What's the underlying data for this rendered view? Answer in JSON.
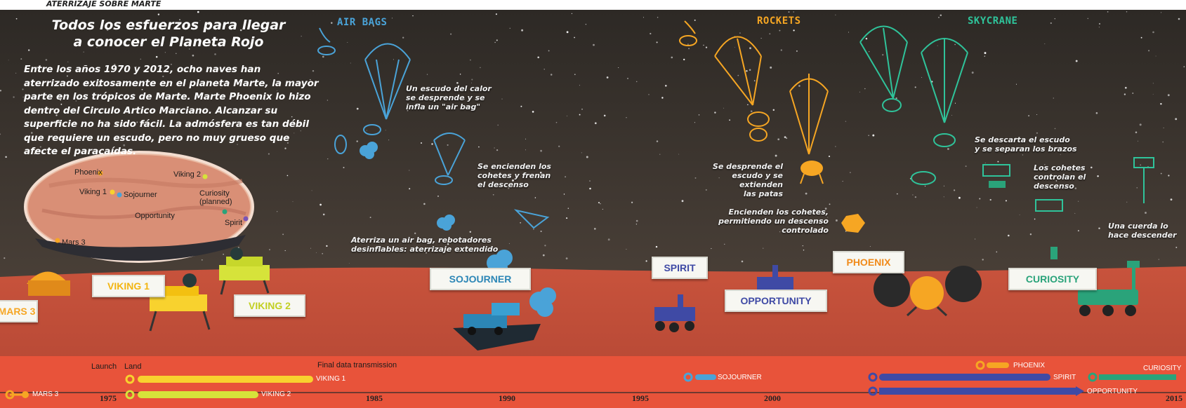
{
  "header": "ATERRIZAJE SOBRE MARTE",
  "title": "Todos los esfuerzos para llegar\na conocer el Planeta Rojo",
  "intro": "Entre los años 1970 y 2012, ocho naves han aterrizado exitosamente en el planeta Marte, la mayor parte en los trópicos de Marte. Marte Phoenix lo hizo dentro del Circulo Artico Marciano. Alcanzar su superficie no ha sido fácil. La admósfera es tan débil que requiere un escudo, pero no muy grueso que afecte el paracaídas.",
  "map_labels": {
    "phoenix": "Phoenix",
    "viking2": "Viking 2",
    "viking1": "Viking 1",
    "sojourner": "Sojourner",
    "curiosity": "Curiosity\n(planned)",
    "opportunity": "Opportunity",
    "spirit": "Spirit",
    "mars3": "Mars 3"
  },
  "techniques": {
    "airbags": "AIR BAGS",
    "rockets": "ROCKETS",
    "skycrane": "SKYCRANE"
  },
  "captions": {
    "airbag_1": "Un escudo del calor\nse desprende y se\ninfla un \"air bag\"",
    "airbag_2": "Se encienden los\ncohetes y frenan\nel descenso",
    "airbag_3": "Aterriza un air bag, rebotadores\ndesinflables: aterrizaje extendido",
    "rockets_1": "Se desprende el\nescudo y se extienden\nlas patas",
    "rockets_2": "Encienden los cohetes,\npermitiendo un descenso\ncontrolado",
    "sky_1": "Se descarta el escudo\ny se separan los brazos",
    "sky_2": "Los cohetes\ncontrolan el\ndescenso",
    "sky_3": "Una cuerda lo\nhace descender"
  },
  "signs": {
    "mars3": "MARS 3",
    "viking1": "VIKING 1",
    "viking2": "VIKING 2",
    "sojourner": "SOJOURNER",
    "spirit": "SPIRIT",
    "opportunity": "OPPORTUNITY",
    "phoenix": "PHOENIX",
    "curiosity": "CURIOSITY"
  },
  "timeline": {
    "legend": {
      "launch": "Launch",
      "land": "Land",
      "final": "Final data transmission"
    },
    "years": [
      "1975",
      "1985",
      "1990",
      "1995",
      "2000",
      "2015"
    ],
    "missions": [
      {
        "label": "MARS 3",
        "color": "#f6a623"
      },
      {
        "label": "VIKING 1",
        "color": "#f8d22e"
      },
      {
        "label": "VIKING 2",
        "color": "#d6e33a"
      },
      {
        "label": "SOJOURNER",
        "color": "#4aa3d8"
      },
      {
        "label": "PHOENIX",
        "color": "#f6a623"
      },
      {
        "label": "SPIRIT",
        "color": "#3f4aa5"
      },
      {
        "label": "OPPORTUNITY",
        "color": "#3f4aa5"
      },
      {
        "label": "CURIOSITY",
        "color": "#2aa37a"
      }
    ]
  },
  "colors": {
    "sky": "#35302b",
    "ground": "#d75a3e",
    "timeline_band": "#e8533a",
    "airbags": "#4aa3d8",
    "rockets": "#f6a623",
    "skycrane": "#2fc39a"
  }
}
